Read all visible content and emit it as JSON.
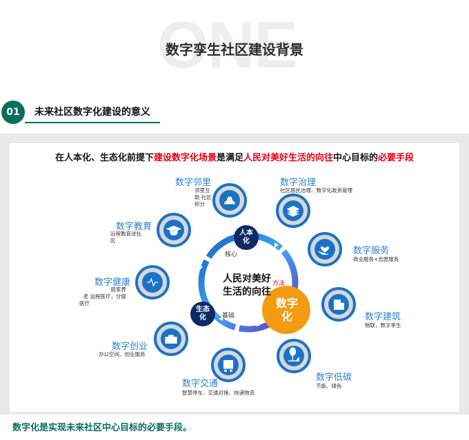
{
  "header": {
    "bg_word": "ONE",
    "title": "数字孪生社区建设背景"
  },
  "section": {
    "number": "01",
    "title": "未来社区数字化建设的意义"
  },
  "headline": {
    "part1": "在人本化、生态化前提下",
    "part2": "建设数字化场景",
    "part3": "是满足",
    "part4": "人民对美好生活的向往",
    "part5": "中心目标的",
    "part6": "必要手段"
  },
  "center": {
    "line1": "人民对美好",
    "line2": "生活的向往",
    "hub_top": "人本化",
    "hub_top_label": "核心",
    "hub_left": "生态化",
    "hub_left_label": "基础",
    "hub_right": "数字化",
    "hub_right_label": "方法"
  },
  "nodes": [
    {
      "name": "数字邻里",
      "desc": [
        "邻里互",
        "助 社区",
        "积分"
      ],
      "icon": "people-icon"
    },
    {
      "name": "数字治理",
      "desc": [
        "社区居民治理、数字化政务管理"
      ],
      "icon": "layers-icon"
    },
    {
      "name": "数字教育",
      "desc": [
        "远程教育进社",
        "区"
      ],
      "icon": "graduation-cap-icon"
    },
    {
      "name": "数字服务",
      "desc": [
        "商业服务+志愿服务"
      ],
      "icon": "hand-heart-icon"
    },
    {
      "name": "数字健康",
      "desc": [
        "居家养",
        "老 远程医疗，分级",
        "医疗"
      ],
      "icon": "heartbeat-icon"
    },
    {
      "name": "数字建筑",
      "desc": [
        "物联，数字孪生"
      ],
      "icon": "building-icon"
    },
    {
      "name": "数字创业",
      "desc": [
        "办公空间、创业服务"
      ],
      "icon": "briefcase-icon"
    },
    {
      "name": "数字低碳",
      "desc": [
        "节能、绿色"
      ],
      "icon": "eco-tree-icon"
    },
    {
      "name": "数字交通",
      "desc": [
        "智慧停车、交通对接、快递物流"
      ],
      "icon": "bus-icon"
    }
  ],
  "footer": "数字化是实现未来社区中心目标的必要手段。",
  "colors": {
    "accent_green": "#0b6e5a",
    "highlight_red": "#e60012",
    "node_blue": "#1a73c6",
    "ring_ring": "#5b9bd5",
    "hub_navy": "#0d2a66",
    "hub_orange": "#f39c12"
  }
}
